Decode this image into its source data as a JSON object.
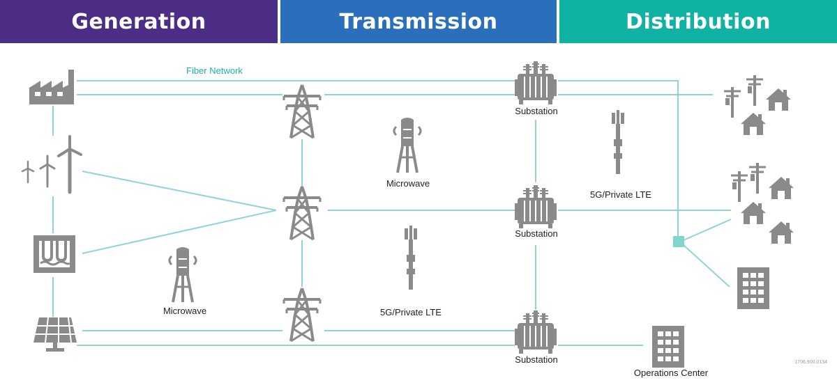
{
  "colors": {
    "generation": "#4b2d86",
    "transmission": "#2b6fbc",
    "distribution": "#0fb2a3",
    "line": "#8ed3dc",
    "icon": "#8a8a8a",
    "fiber_label": "#1fb0a6",
    "node": "#7fd6cd"
  },
  "sections": {
    "generation": "Generation",
    "transmission": "Transmission",
    "distribution": "Distribution"
  },
  "labels": {
    "fiber_network": "Fiber Network",
    "substation_top": "Substation",
    "substation_mid": "Substation",
    "substation_bottom": "Substation",
    "microwave_trans": "Microwave",
    "microwave_gen": "Microwave",
    "lte_trans": "5G/Private LTE",
    "lte_dist": "5G/Private LTE",
    "operations_center": "Operations Center",
    "figure_id": "1706.900.0134"
  },
  "icons": {
    "factory": "factory-icon",
    "wind": "wind-turbine-icon",
    "hydro": "hydro-dam-icon",
    "solar": "solar-panel-icon",
    "pylon": "transmission-tower-icon",
    "substation": "transformer-icon",
    "microwave": "microwave-tower-icon",
    "lte": "cell-tower-icon",
    "houses": "houses-icon",
    "building": "office-building-icon"
  }
}
